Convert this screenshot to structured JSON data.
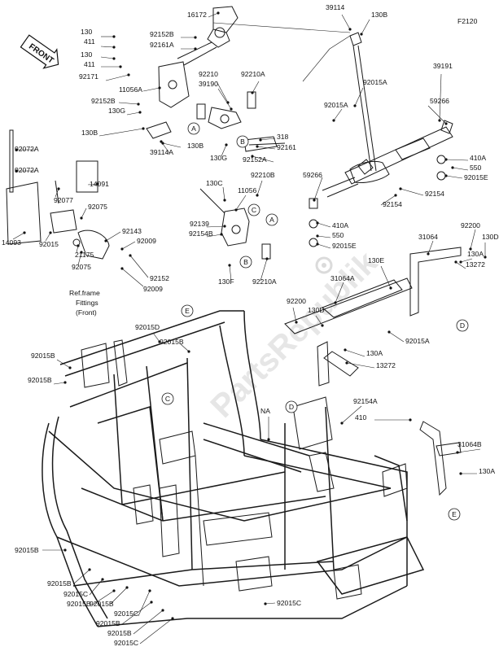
{
  "diagram_code": "F2120",
  "front_label": "FRONT",
  "ref_note": [
    "Ref.frame",
    "Fittings",
    "(Front)"
  ],
  "watermark": "PartsRepublik",
  "callout_letters": [
    "A",
    "B",
    "C",
    "D",
    "E"
  ],
  "part_labels": [
    "16172",
    "39114",
    "130B",
    "130",
    "411",
    "92152B",
    "92161A",
    "130",
    "411",
    "92171",
    "11056A",
    "92210",
    "39190",
    "92210A",
    "92152B",
    "130G",
    "130B",
    "130B",
    "39114A",
    "130G",
    "318",
    "92161",
    "92152A",
    "39191",
    "59266",
    "92015A",
    "92015A",
    "410A",
    "550",
    "92015E",
    "59266",
    "92154",
    "92154",
    "410A",
    "550",
    "92015E",
    "92072A",
    "92072A",
    "14091",
    "92077",
    "92075",
    "14093",
    "92015",
    "21175",
    "92075",
    "92143",
    "92009",
    "92152",
    "92009",
    "92210B",
    "130C",
    "11056",
    "92139",
    "92154B",
    "130F",
    "92210A",
    "92200",
    "31064",
    "130D",
    "130E",
    "130A",
    "13272",
    "31064A",
    "92200",
    "130D",
    "92015A",
    "130A",
    "13272",
    "92015D",
    "92015B",
    "92015B",
    "92015B",
    "NA",
    "92154A",
    "410",
    "31064B",
    "130A",
    "92015B",
    "92015B",
    "92015C",
    "92015B",
    "92015B",
    "92015C",
    "92015B",
    "92015B",
    "92015C",
    "92015C"
  ]
}
